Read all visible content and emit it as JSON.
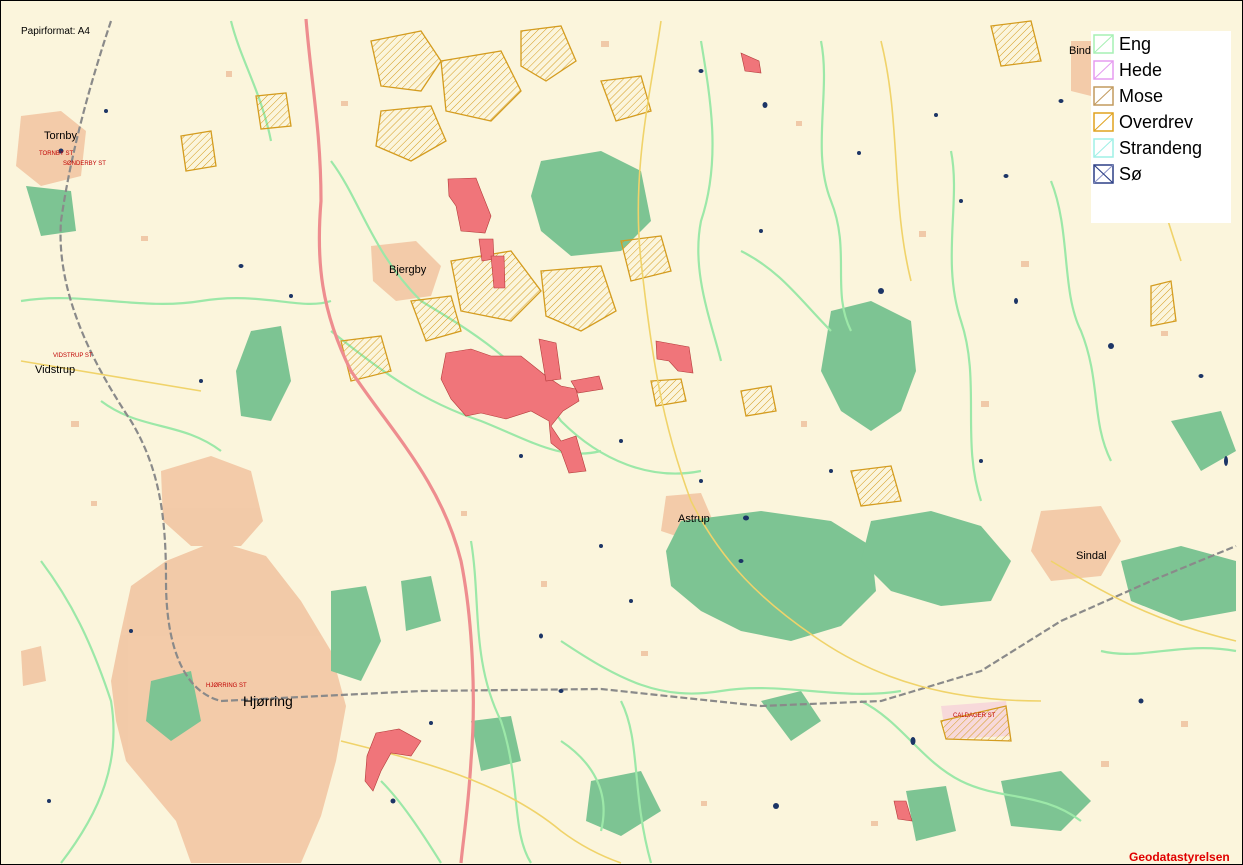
{
  "map": {
    "paper_format": "Papirformat: A4",
    "attribution": "Geodatastyrelsen",
    "towns": [
      {
        "id": "tornby",
        "label": "Tornby"
      },
      {
        "id": "bjergby",
        "label": "Bjergby"
      },
      {
        "id": "vidstrup",
        "label": "Vidstrup"
      },
      {
        "id": "hjorring",
        "label": "Hjørring"
      },
      {
        "id": "astrup",
        "label": "Astrup"
      },
      {
        "id": "sindal",
        "label": "Sindal"
      },
      {
        "id": "bindslev",
        "label": "Bindslev"
      }
    ],
    "red_labels": [
      {
        "id": "tornby-st",
        "label": "TORNBY ST"
      },
      {
        "id": "sonderby-st",
        "label": "SØNDERBY ST"
      },
      {
        "id": "vidstrup-st",
        "label": "VIDSTRUP ST"
      },
      {
        "id": "hjorring-st",
        "label": "HJØRRING ST"
      },
      {
        "id": "caldager-st",
        "label": "CALDAGER ST"
      }
    ],
    "colors": {
      "background": "#fbf5dc",
      "urban": "#f2c6a3",
      "forest": "#7dc493",
      "eng": "#9ce8a8",
      "overdrev": "#d49c1f",
      "soe": "#1c3566",
      "highlight": "#f0757a",
      "railway": "#8a8a8a",
      "motorway": "#ee8d8f"
    }
  },
  "legend": {
    "items": [
      {
        "label": "Eng",
        "color": "#a6f0b4",
        "hatch": "#a6f0b4",
        "icon": "eng-swatch"
      },
      {
        "label": "Hede",
        "color": "#e59bf0",
        "hatch": "#e59bf0",
        "icon": "hede-swatch"
      },
      {
        "label": "Mose",
        "color": "#c29a5e",
        "hatch": "#c29a5e",
        "icon": "mose-swatch"
      },
      {
        "label": "Overdrev",
        "color": "#e0a21e",
        "hatch": "#e0a21e",
        "icon": "overdrev-swatch"
      },
      {
        "label": "Strandeng",
        "color": "#9ff0e6",
        "hatch": "#9ff0e6",
        "icon": "strandeng-swatch"
      },
      {
        "label": "Sø",
        "color": "#2c3f86",
        "hatch": "#8891c6",
        "icon": "soe-swatch"
      }
    ]
  }
}
